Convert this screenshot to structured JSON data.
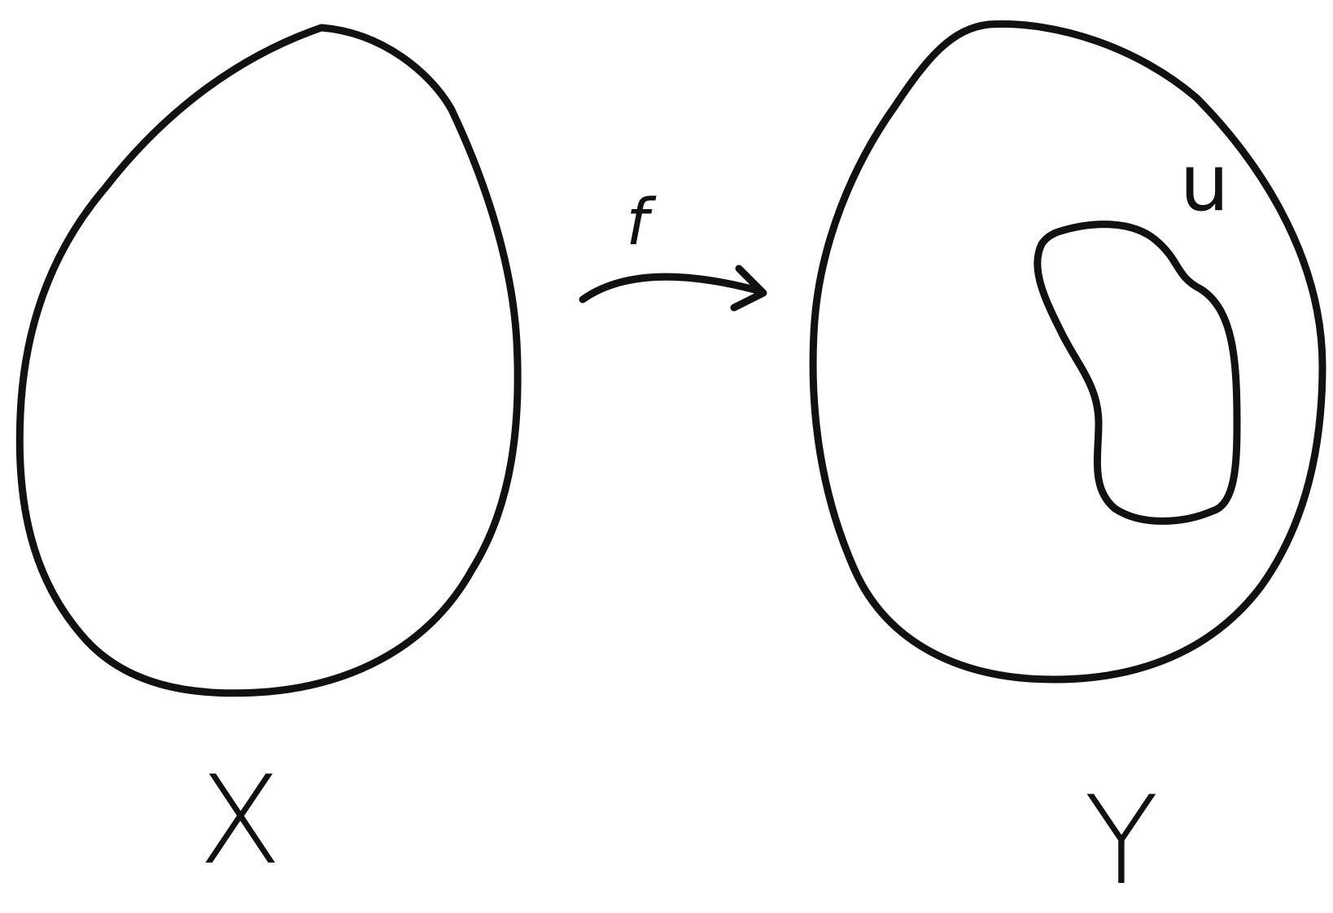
{
  "labels": {
    "domain_set": "X",
    "codomain_set": "Y",
    "map": "f",
    "subset": "u"
  },
  "colors": {
    "ink": "#111111",
    "background": "#ffffff"
  }
}
